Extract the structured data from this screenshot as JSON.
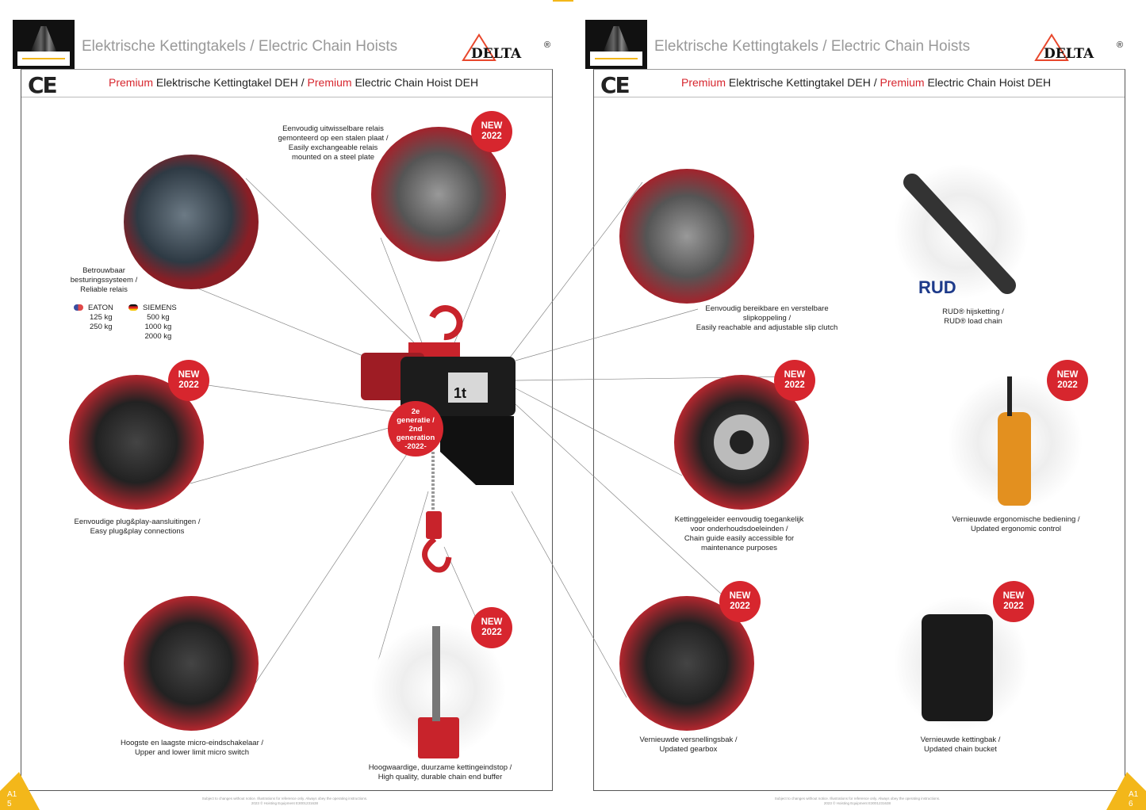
{
  "header": {
    "title": "Elektrische Kettingtakels / Electric Chain Hoists",
    "logo": "DELTA",
    "logo_mark": "®"
  },
  "subheader": {
    "ce": "CE",
    "premium": "Premium",
    "title_nl": " Elektrische Kettingtakel DEH / ",
    "title_en": " Electric Chain Hoist DEH"
  },
  "badges": {
    "new": [
      "NEW",
      "2022"
    ],
    "generation": [
      "2e",
      "generatie /",
      "2nd",
      "generation",
      "-2022-"
    ]
  },
  "left": {
    "relay_plate": [
      "Eenvoudig uitwisselbare relais",
      "gemonteerd op een stalen plaat /",
      "Easily exchangeable relais",
      "mounted on a steel plate"
    ],
    "reliable": [
      "Betrouwbaar",
      "besturingssysteem /",
      "Reliable relais"
    ],
    "eaton": {
      "name": "EATON",
      "loads": [
        "125 kg",
        "250 kg"
      ]
    },
    "siemens": {
      "name": "SIEMENS",
      "loads": [
        "500 kg",
        "1000 kg",
        "2000 kg"
      ]
    },
    "plug": [
      "Eenvoudige plug&play-aansluitingen /",
      "Easy plug&play connections"
    ],
    "switch": [
      "Hoogste en laagste micro-eindschakelaar /",
      "Upper and lower limit micro switch"
    ],
    "buffer": [
      "Hoogwaardige, duurzame kettingeindstop /",
      "High quality, durable chain end buffer"
    ],
    "plate_text": "1t",
    "page": [
      "A1",
      "5"
    ]
  },
  "right": {
    "clutch": [
      "Eenvoudig bereikbare en verstelbare",
      "slipkoppeling /",
      "Easily reachable and adjustable slip clutch"
    ],
    "rud_logo": "RUD",
    "rud": [
      "RUD® hijsketting /",
      "RUD® load chain"
    ],
    "guide": [
      "Kettinggeleider eenvoudig toegankelijk",
      "voor onderhoudsdoeleinden /",
      "Chain guide easily accessible for",
      "maintenance purposes"
    ],
    "control": [
      "Vernieuwde ergonomische bediening /",
      "Updated ergonomic control"
    ],
    "gearbox": [
      "Vernieuwde versnellingsbak /",
      "Updated gearbox"
    ],
    "bucket": [
      "Vernieuwde kettingbak /",
      "Updated chain bucket"
    ],
    "page": [
      "A1",
      "6"
    ]
  },
  "footer": {
    "line1": "Subject to changes without notice. Illustrations for reference only. Always obey the operating instructions.",
    "line2": "2023 © Hoisting Equipment E3001231638"
  },
  "colors": {
    "accent": "#d7262e",
    "yellow": "#f3b71a"
  }
}
